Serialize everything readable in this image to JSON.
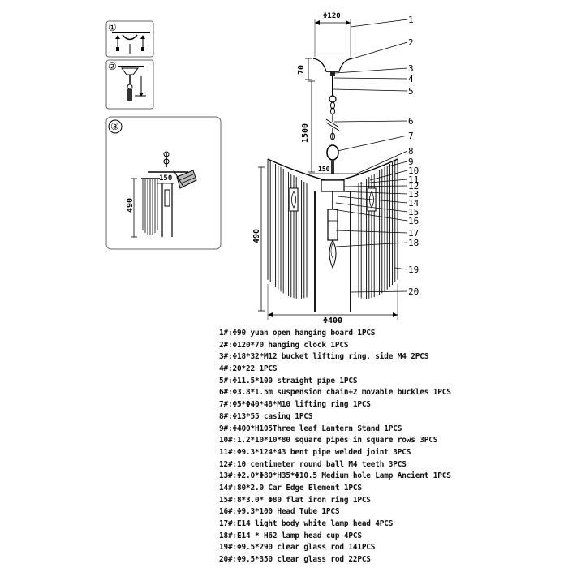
{
  "dimensions": {
    "hanging_clock_width": "Φ120",
    "hanging_clock_height": "70",
    "chain_length": "1500",
    "lamp_height": "490",
    "stand_width": "150",
    "lamp_diameter": "Φ400",
    "side_view_height": "490",
    "side_view_width": "150"
  },
  "steps": [
    {
      "number": "①"
    },
    {
      "number": "②"
    },
    {
      "number": "③"
    }
  ],
  "callouts": [
    "1",
    "2",
    "3",
    "4",
    "5",
    "6",
    "7",
    "8",
    "9",
    "10",
    "11",
    "12",
    "13",
    "14",
    "15",
    "16",
    "17",
    "18",
    "19",
    "20"
  ],
  "parts": [
    "1#:Φ90 yuan open hanging board 1PCS",
    "2#:Φ120*70 hanging clock 1PCS",
    "3#:Φ18*32*M12 bucket lifting ring, side M4 2PCS",
    "4#:20*22 1PCS",
    "5#:Φ11.5*100 straight pipe 1PCS",
    "6#:Φ3.8*1.5m suspension chain+2 movable buckles 1PCS",
    "7#:Φ5*Φ40*48*M10 lifting ring 1PCS",
    "8#:Φ13*55 casing 1PCS",
    "9#:Φ400*H105Three leaf Lantern Stand 1PCS",
    "10#:1.2*10*10*80 square pipes in square rows 3PCS",
    "11#:Φ9.3*124*43 bent pipe welded joint 3PCS",
    "12#:10 centimeter round ball M4 teeth 3PCS",
    "13#:Φ2.0*Φ80*H35*Φ10.5 Medium hole Lamp Ancient 1PCS",
    "14#:80*2.0 Car Edge Element 1PCS",
    "15#:8*3.0* Φ80 flat iron ring 1PCS",
    "16#:Φ9.3*100 Head Tube 1PCS",
    "17#:E14 light body white lamp head 4PCS",
    "18#:E14 * H62 lamp head cup 4PCS",
    "19#:Φ9.5*290 clear glass rod 141PCS",
    "20#:Φ9.5*350 clear glass rod 22PCS"
  ]
}
